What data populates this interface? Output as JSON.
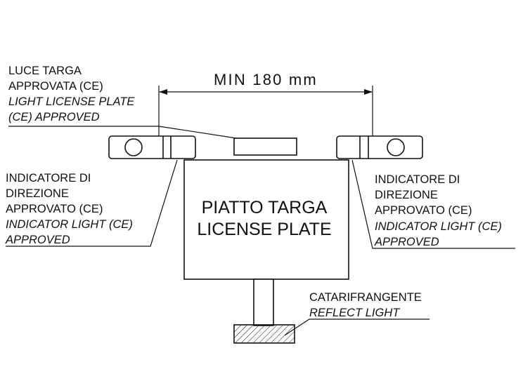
{
  "dimension": {
    "label": "MIN 180 mm"
  },
  "plate": {
    "line1": "PIATTO TARGA",
    "line2": "LICENSE PLATE"
  },
  "license_light": {
    "it_line1": "LUCE TARGA",
    "it_line2": "APPROVATA (CE)",
    "en_line1": "LIGHT LICENSE PLATE",
    "en_line2": "(CE) APPROVED"
  },
  "indicator_left": {
    "it_line1": "INDICATORE DI",
    "it_line2": "DIREZIONE",
    "it_line3": "APPROVATO (CE)",
    "en_line1": "INDICATOR LIGHT (CE)",
    "en_line2": "APPROVED"
  },
  "indicator_right": {
    "it_line1": "INDICATORE DI",
    "it_line2": "DIREZIONE",
    "it_line3": "APPROVATO (CE)",
    "en_line1": "INDICATOR LIGHT (CE)",
    "en_line2": "APPROVED"
  },
  "reflector": {
    "it_line1": "CATARIFRANGENTE",
    "en_line1": "REFLECT LIGHT"
  }
}
